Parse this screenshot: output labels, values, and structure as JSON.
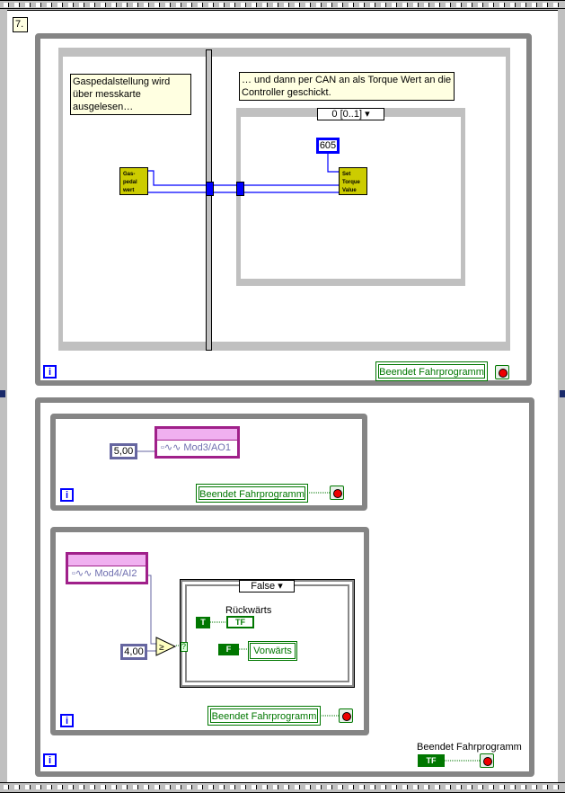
{
  "frame_label": "7.",
  "loop1": {
    "comment1": "Gaspedalstellung wird über messkarte ausgelesen…",
    "comment2": "… und dann per CAN an als Torque Wert an die Controller geschickt.",
    "subvi_gas": "Gas-pedal wert",
    "case_selector": "0 [0..1]",
    "constant": "605",
    "subvi_torque": "Set Torque Value",
    "info": "i",
    "stop_label": "Beendet Fahrprogramm"
  },
  "loopA": {
    "constant": "5,00",
    "task": "Mod3/AO1",
    "info": "i",
    "stop_label": "Beendet Fahrprogramm"
  },
  "loopB": {
    "task": "Mod4/AI2",
    "constant": "4,00",
    "case_selector": "False",
    "rueck_label": "Rückwärts",
    "true_const": "T",
    "false_const": "F",
    "tf": "TF",
    "vorw": "Vorwärts",
    "selector_q": "?",
    "info": "i",
    "stop_label": "Beendet Fahrprogramm"
  },
  "outer": {
    "info": "i",
    "stop_label": "Beendet Fahrprogramm",
    "tf": "TF"
  },
  "colors": {
    "wire_num": "#0000ff",
    "wire_bool": "#007700",
    "loop": "#858585"
  }
}
